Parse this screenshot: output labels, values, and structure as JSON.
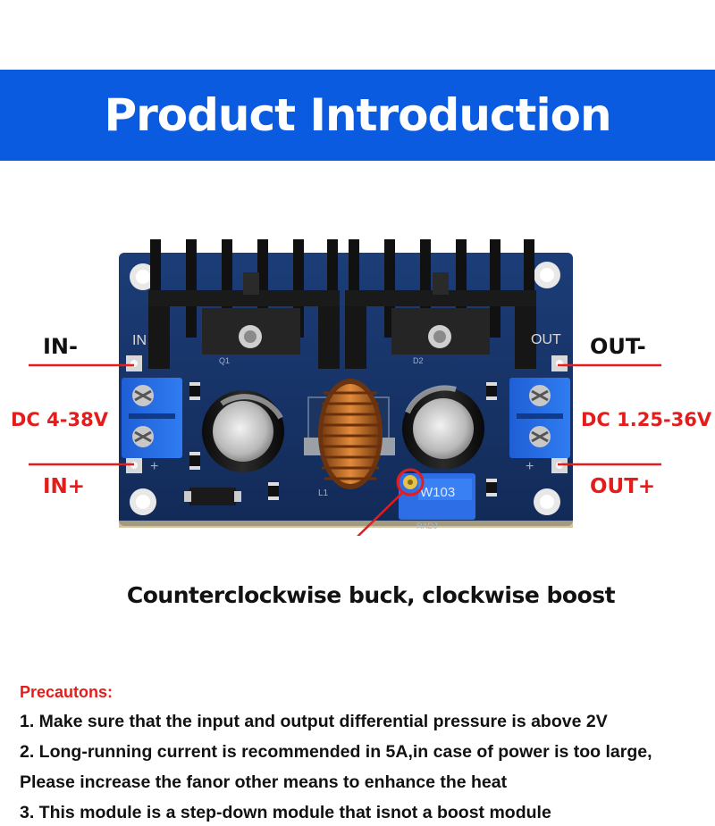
{
  "header": {
    "title": "Product Introduction",
    "bg_color": "#0b5be0"
  },
  "labels": {
    "in_minus": "IN-",
    "in_plus": "IN+",
    "out_minus": "OUT-",
    "out_plus": "OUT+",
    "input_range": "DC 4-38V",
    "output_range": "DC 1.25-36V",
    "accent_color": "#e41c1c"
  },
  "board_markings": {
    "in_label": "IN",
    "out_label": "OUT",
    "q1": "Q1",
    "d2": "D2",
    "l1": "L1",
    "pot": "W103",
    "radj": "RADJ",
    "plus": "+"
  },
  "adjust_note": "Counterclockwise buck, clockwise boost",
  "precautions": {
    "heading": "Precautons:",
    "lines": [
      "1. Make sure that the input and output differential pressure is above 2V",
      "2. Long-running current is recommended in 5A,in case of power is too large,",
      "Please increase the fanor other means to enhance the heat",
      "3. This module is a step-down module that isnot a boost module"
    ]
  }
}
